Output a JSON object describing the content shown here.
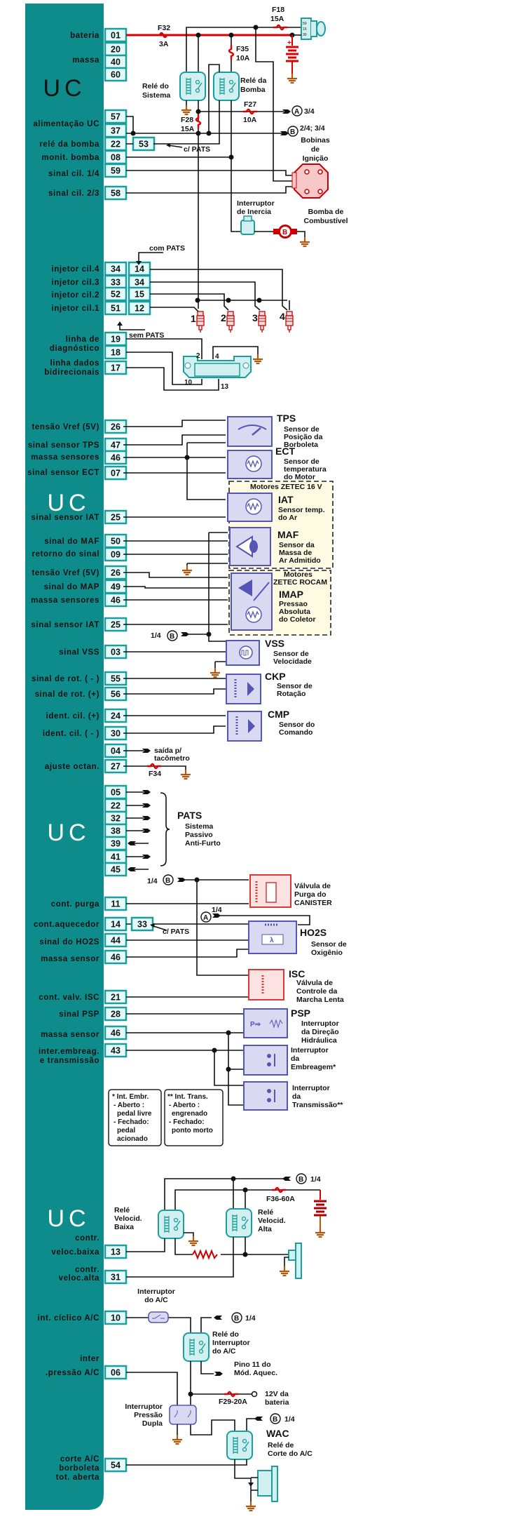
{
  "uc": {
    "title": "UC",
    "pins": [
      "01",
      "20",
      "40",
      "60",
      "57",
      "37",
      "22",
      "08",
      "59",
      "58",
      "34",
      "33",
      "52",
      "51",
      "19",
      "18",
      "17",
      "26",
      "47",
      "46",
      "07",
      "25",
      "50",
      "09",
      "26",
      "49",
      "46",
      "25",
      "03",
      "55",
      "56",
      "24",
      "30",
      "04",
      "27",
      "05",
      "22",
      "32",
      "38",
      "39",
      "41",
      "45",
      "11",
      "14",
      "44",
      "46",
      "21",
      "28",
      "46",
      "43",
      "13",
      "31",
      "10",
      "06",
      "54"
    ],
    "pin_labels": [
      [
        "bateria"
      ],
      [
        "massa"
      ],
      [
        "alimentação UC"
      ],
      [
        "relé da bomba"
      ],
      [
        "monit. bomba"
      ],
      [
        "sinal cil. 1/4"
      ],
      [
        "sinal cil. 2/3"
      ],
      [
        "injetor cil.4"
      ],
      [
        "injetor cil.3"
      ],
      [
        "injetor cil.2"
      ],
      [
        "injetor cil.1"
      ],
      [
        "linha de",
        "diagnóstico"
      ],
      [
        "linha dados",
        "bidirecionais"
      ],
      [
        "tensão Vref (5V)"
      ],
      [
        "sinal sensor TPS"
      ],
      [
        "massa sensores"
      ],
      [
        "sinal sensor ECT"
      ],
      [
        "sinal sensor IAT"
      ],
      [
        "sinal do MAF"
      ],
      [
        "retorno do sinal"
      ],
      [
        "tensão Vref (5V)"
      ],
      [
        "sinal do MAP"
      ],
      [
        "massa sensores"
      ],
      [
        "sinal sensor IAT"
      ],
      [
        "sinal VSS"
      ],
      [
        "sinal de rot. ( - )"
      ],
      [
        "sinal de rot. (+)"
      ],
      [
        "ident. cil. (+)"
      ],
      [
        "ident. cil. ( - )"
      ],
      [
        "ajuste octan."
      ],
      [
        "cont. purga"
      ],
      [
        "cont.aquecedor"
      ],
      [
        "sinal do HO2S"
      ],
      [
        "massa sensor"
      ],
      [
        "cont. valv. ISC"
      ],
      [
        "sinal PSP"
      ],
      [
        "massa sensor"
      ],
      [
        "inter.embreag.",
        "e transmissão"
      ],
      [
        "contr.",
        "veloc.baixa"
      ],
      [
        "contr.",
        "veloc.alta"
      ],
      [
        "int. cíclico A/C"
      ],
      [
        "inter",
        ".pressão A/C"
      ],
      [
        "corte A/C",
        "borboleta",
        "tot. aberta"
      ]
    ],
    "alt_pins": {
      "p53": "53",
      "p14": "14",
      "p34": "34",
      "p15": "15",
      "p12": "12",
      "p33": "33"
    }
  },
  "power": {
    "f32": "F32",
    "f32_a": "3A",
    "f18": "F18",
    "f18_a": "15A",
    "f35": "F35",
    "f35_a": "10A",
    "f27": "F27",
    "f27_a": "10A",
    "f28": "F28",
    "f28_a": "15A",
    "switch_terms": [
      "50",
      "15",
      "30"
    ],
    "rele_sistema": [
      "Relé do",
      "Sistema"
    ],
    "rele_bomba": [
      "Relé da",
      "Bomba"
    ],
    "a_ref": "A",
    "a_dest": "3/4",
    "b_ref": "B",
    "b_dest": "2/4; 3/4",
    "bobinas": [
      "Bobinas",
      "de",
      "Ignição"
    ],
    "c_pats": "c/ PATS",
    "inercia": [
      "Interruptor",
      "de Inercia"
    ],
    "bomba": [
      "Bomba de",
      "Combustível"
    ],
    "bomba_sym": "B"
  },
  "injectors": {
    "com_pats": "com PATS",
    "sem_pats": "sem PATS",
    "numbers": [
      "1",
      "2",
      "3",
      "4"
    ]
  },
  "obd": {
    "pins": [
      "2",
      "4",
      "10",
      "13"
    ]
  },
  "sensors": {
    "tps": {
      "title": "TPS",
      "desc": [
        "Sensor de",
        "Posição da",
        "Borboleta"
      ]
    },
    "ect": {
      "title": "ECT",
      "desc": [
        "Sensor de",
        "temperatura",
        "do Motor"
      ]
    },
    "zetec16": "Motores  ZETEC 16 V",
    "iat": {
      "title": "IAT",
      "desc": [
        "Sensor  temp.",
        "do Ar"
      ]
    },
    "maf": {
      "title": "MAF",
      "desc": [
        "Sensor da",
        "Massa de",
        "Ar Admitido"
      ]
    },
    "rocam": [
      "Motores",
      "ZETEC  ROCAM"
    ],
    "imap": {
      "title": "IMAP",
      "desc": [
        "Pressao",
        "Absoluta",
        "do Coletor"
      ]
    },
    "b14": "1/4",
    "b": "B",
    "vss": {
      "title": "VSS",
      "desc": [
        "Sensor  de",
        "Velocidade"
      ]
    },
    "ckp": {
      "title": "CKP",
      "desc": [
        "Sensor de",
        "Rotação"
      ]
    },
    "cmp": {
      "title": "CMP",
      "desc": [
        "Sensor do",
        "Comando"
      ]
    },
    "taco": [
      "saída p/",
      "tacômetro"
    ],
    "f34": "F34"
  },
  "pats": {
    "title": "PATS",
    "desc": [
      "Sistema",
      "Passivo",
      "Anti-Furto"
    ]
  },
  "actuators": {
    "b14": "1/4",
    "b": "B",
    "a14": "1/4",
    "a": "A",
    "canister": [
      "Válvula de",
      "Purga do",
      "CANISTER"
    ],
    "c_pats": "c/ PATS",
    "ho2s": {
      "title": "HO2S",
      "desc": [
        "Sensor de",
        "Oxigênio"
      ],
      "lambda": "λ"
    },
    "isc": {
      "title": "ISC",
      "desc": [
        "Válvula de",
        "Controle da",
        "Marcha Lenta"
      ]
    },
    "psp": {
      "title": "PSP",
      "desc": [
        "Interruptor",
        "da Direção",
        "Hidráulica"
      ],
      "p": "P⇒"
    },
    "embreagem": [
      "Interruptor",
      "da",
      "Embreagem*"
    ],
    "transmissao": [
      "Interruptor",
      "da",
      "Transmissão**"
    ],
    "note1": [
      "* Int. Embr.",
      "- Aberto :",
      "pedal livre",
      "- Fechado:",
      "pedal",
      "acionado"
    ],
    "note2": [
      "** Int. Trans.",
      "- Aberto :",
      "engrenado",
      "- Fechado:",
      "ponto morto"
    ]
  },
  "fan": {
    "b": "B",
    "b14": "1/4",
    "f36": "F36-60A",
    "rele_baixa": [
      "Relé",
      "Velocid.",
      "Baixa"
    ],
    "rele_alta": [
      "Relé",
      "Velocid.",
      "Alta"
    ]
  },
  "ac": {
    "interruptor": [
      "Interruptor",
      "do A/C"
    ],
    "b": "B",
    "b14": "1/4",
    "rele": [
      "Relé do",
      "Interruptor",
      "do A/C"
    ],
    "pino11": [
      "Pino 11 do",
      "Mód. Aquec."
    ],
    "f29": "F29-20A",
    "bat12": [
      "12V da",
      "bateria"
    ],
    "pressao": [
      "Interruptor",
      "Pressão",
      "Dupla"
    ],
    "wac": {
      "title": "WAC",
      "desc": [
        "Relé de",
        "Corte do A/C"
      ]
    }
  }
}
